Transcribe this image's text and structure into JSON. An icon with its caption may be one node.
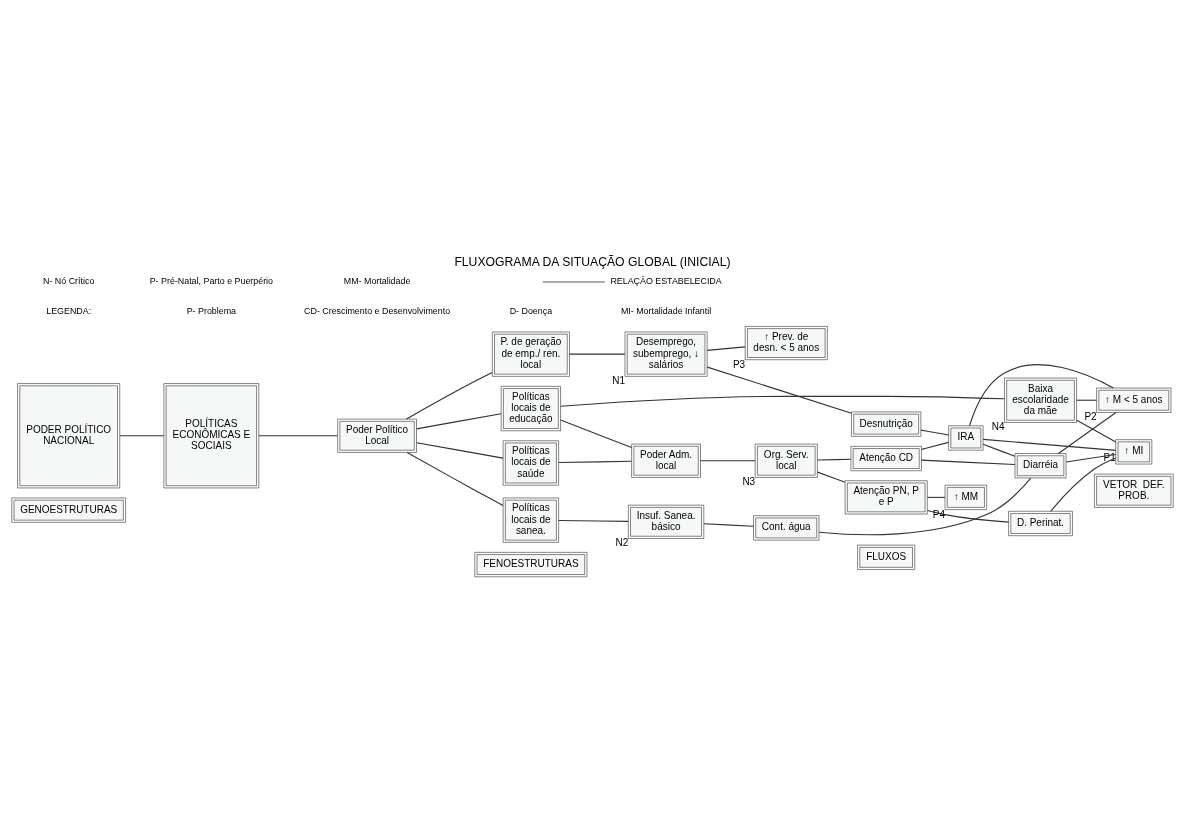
{
  "diagram": {
    "title": "FLUXOGRAMA DA SITUAÇÃO GLOBAL (INICIAL)",
    "nodes": [
      {
        "text": [
          "GENOESTRUTURAS"
        ]
      },
      {
        "text": [
          "FENOESTRUTURAS"
        ]
      },
      {
        "text": [
          "FLUXOS"
        ]
      },
      {
        "text": [
          "VETOR  DEF. PROB."
        ]
      },
      {
        "text": [
          "PODER POLÍTICO NACIONAL"
        ]
      },
      {
        "text": [
          "POLÍTICAS ECONÔMICAS E SOCIAIS"
        ]
      },
      {
        "text": [
          "Poder Político Local"
        ]
      },
      {
        "text": [
          "P. de geração de emp./ ren. local"
        ]
      },
      {
        "text": [
          "Políticas locais de sanea."
        ]
      },
      {
        "text": [
          "Políticas locais de saúde"
        ]
      },
      {
        "text": [
          "Políticas locais de educação"
        ]
      },
      {
        "text": [
          "Desemprego, subemprego, ↓ salários"
        ],
        "beside": [
          "N1"
        ]
      },
      {
        "text": [
          "Insuf. Sanea. básico"
        ],
        "beside": [
          "N2"
        ]
      },
      {
        "text": [
          "Org. Serv. local"
        ],
        "beside": [
          "N3"
        ]
      },
      {
        "text": [
          "Poder Adm. local"
        ]
      },
      {
        "text": [
          "Desnutrição"
        ]
      },
      {
        "text": [
          "Cont. água"
        ]
      },
      {
        "text": [
          "Atenção CD"
        ]
      },
      {
        "text": [
          "Atenção PN, P e P"
        ]
      },
      {
        "text": [
          "IRA"
        ]
      },
      {
        "text": [
          "Diarréia"
        ]
      },
      {
        "text": [
          "D. Perinat."
        ]
      },
      {
        "text": [
          "Baixa escolaridade da mãe"
        ],
        "beside": [
          "N4"
        ]
      },
      {
        "text": [
          "↑ MI"
        ],
        "beside": [
          "P1"
        ]
      },
      {
        "text": [
          "↑ M < 5 anos"
        ],
        "beside": [
          "P2"
        ]
      },
      {
        "text": [
          "↑ Prev. de desn. < 5 anos"
        ],
        "beside": [
          "P3"
        ]
      },
      {
        "text": [
          "↑ MM"
        ],
        "beside": [
          "P4"
        ]
      }
    ],
    "edges": [
      {
        "from": 4,
        "to": 5,
        "arrow": "none"
      },
      {
        "from": 5,
        "to": 6,
        "arrow": "none"
      },
      {
        "from": 6,
        "to": 7,
        "arrow": "none"
      },
      {
        "from": 6,
        "to": 8,
        "arrow": "none"
      },
      {
        "from": 6,
        "to": 9,
        "arrow": "none"
      },
      {
        "from": 6,
        "to": 10,
        "arrow": "none"
      },
      {
        "from": 7,
        "to": 11,
        "arrow": "none"
      },
      {
        "from": 8,
        "to": 12,
        "arrow": "none"
      },
      {
        "from": 9,
        "to": 14,
        "arrow": "none"
      },
      {
        "from": 10,
        "to": 14,
        "arrow": "none"
      },
      {
        "from": 14,
        "to": 13,
        "arrow": "none"
      },
      {
        "from": 13,
        "to": 17,
        "arrow": "none"
      },
      {
        "from": 13,
        "to": 18,
        "arrow": "none"
      },
      {
        "from": 11,
        "to": 15,
        "arrow": "none"
      },
      {
        "from": 11,
        "to": 25,
        "arrow": "none"
      },
      {
        "from": 12,
        "to": 16,
        "arrow": "none"
      },
      {
        "from": 15,
        "to": 19,
        "arrow": "none"
      },
      {
        "from": 16,
        "to": 20,
        "arrow": "none"
      },
      {
        "from": 17,
        "to": 19,
        "arrow": "none"
      },
      {
        "from": 17,
        "to": 20,
        "arrow": "none"
      },
      {
        "from": 18,
        "to": 21,
        "arrow": "none"
      },
      {
        "from": 18,
        "to": 26,
        "arrow": "none"
      },
      {
        "from": 10,
        "to": 22,
        "arrow": "none"
      },
      {
        "from": 19,
        "to": 20,
        "arrow": "none"
      },
      {
        "from": 19,
        "to": 23,
        "arrow": "none"
      },
      {
        "from": 19,
        "to": 24,
        "arrow": "none"
      },
      {
        "from": 20,
        "to": 23,
        "arrow": "none"
      },
      {
        "from": 20,
        "to": 24,
        "arrow": "none"
      },
      {
        "from": 21,
        "to": 23,
        "arrow": "none"
      },
      {
        "from": 22,
        "to": 23,
        "arrow": "none"
      },
      {
        "from": 22,
        "to": 24,
        "arrow": "none"
      }
    ],
    "labels": [
      "LEGENDA:",
      "P- Problema",
      "CD- Crescimento e Desenvolvimento",
      "D- Doença",
      "MI- Mortalidade Infantil",
      "N- Nó Crítico",
      "P- Pré-Natal, Parto e Puerpério",
      "MM- Mortalidade"
    ],
    "legend": [
      {
        "text": "RELAÇÃO ESTABELECIDA"
      }
    ]
  }
}
